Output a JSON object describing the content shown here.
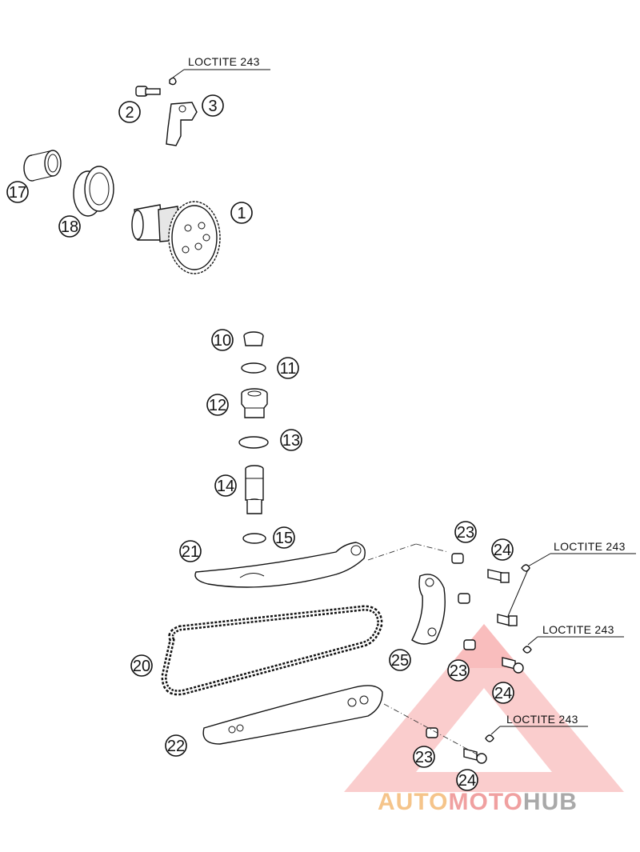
{
  "loctite_labels": [
    "LOCTITE 243",
    "LOCTITE 243",
    "LOCTITE 243",
    "LOCTITE 243"
  ],
  "callouts": [
    "2",
    "3",
    "17",
    "18",
    "1",
    "10",
    "11",
    "12",
    "13",
    "14",
    "15",
    "21",
    "23",
    "24",
    "20",
    "25",
    "23",
    "24",
    "22",
    "23",
    "24"
  ],
  "watermark": {
    "part1": "AUTO",
    "part2": "MOTO",
    "part3": "HUB",
    "color_auto": "#f5c48a",
    "color_moto": "#f0a0a0",
    "color_hub": "#a9a9a9"
  },
  "colors": {
    "line": "#111111",
    "watermark_triangle": "#ef5a5a"
  }
}
